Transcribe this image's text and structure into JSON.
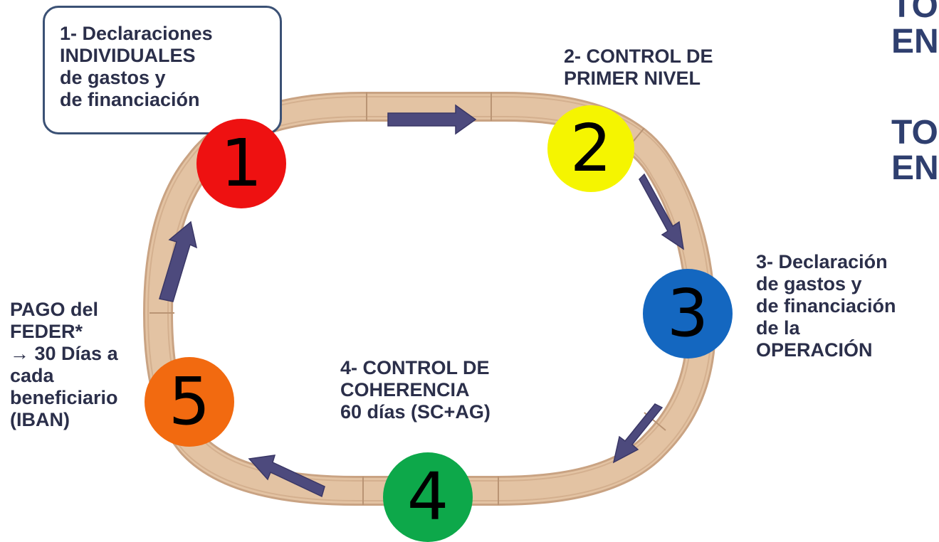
{
  "steps": [
    {
      "number": "1",
      "color": "#ee1111",
      "label": "1- Declaraciones\nINDIVIDUALES\nde gastos y\nde financiación"
    },
    {
      "number": "2",
      "color": "#f5f500",
      "label": "2- CONTROL DE\nPRIMER NIVEL"
    },
    {
      "number": "3",
      "color": "#1467c0",
      "label": "3- Declaración\nde gastos y\nde financiación\nde la\nOPERACIÓN"
    },
    {
      "number": "4",
      "color": "#0da84a",
      "label": "4- CONTROL DE\nCOHERENCIA\n60 días (SC+AG)"
    },
    {
      "number": "5",
      "color": "#f26a10",
      "label": "PAGO del\nFEDER*\n→ 30 Días  a\ncada\nbeneficiario\n(IBAN)"
    }
  ],
  "partial_headline": {
    "top": "TO\nEN",
    "bottom": "TO\nEN"
  },
  "colors": {
    "track": "#e3c3a3",
    "track_edge": "#c9a383",
    "arrow": "#4d4a7d",
    "text": "#2b2f4a"
  }
}
